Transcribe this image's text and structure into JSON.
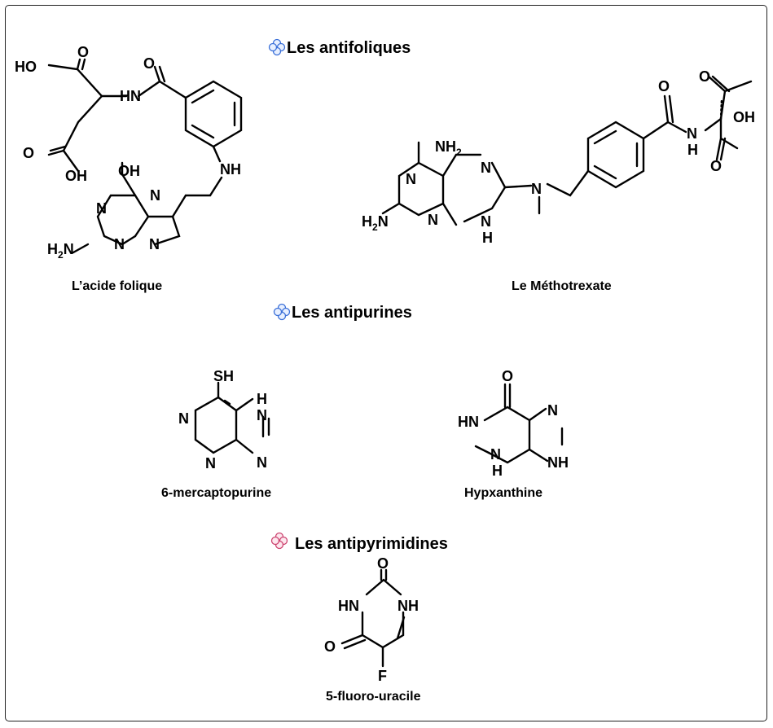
{
  "sections": {
    "antifoliques": "Les antifoliques",
    "antipurines": "Les antipurines",
    "antipyrimidines": "Les antipyrimidines"
  },
  "compounds": {
    "folic_acid": "L’acide folique",
    "methotrexate": "Le Méthotrexate",
    "mercaptopurine": "6-mercaptopurine",
    "hypoxanthine": "Hypxanthine",
    "fluorouracil": "5-fluoro-uracile"
  },
  "atoms": {
    "ho": "HO",
    "o": "O",
    "hn": "HN",
    "nh": "NH",
    "oh": "OH",
    "n": "N",
    "h": "H",
    "nh2": "NH",
    "h2n": "H",
    "two": "2",
    "sh": "SH",
    "f": "F"
  },
  "colors": {
    "bullet_blue": "#3a6fd8",
    "bullet_pink": "#cc4470"
  }
}
